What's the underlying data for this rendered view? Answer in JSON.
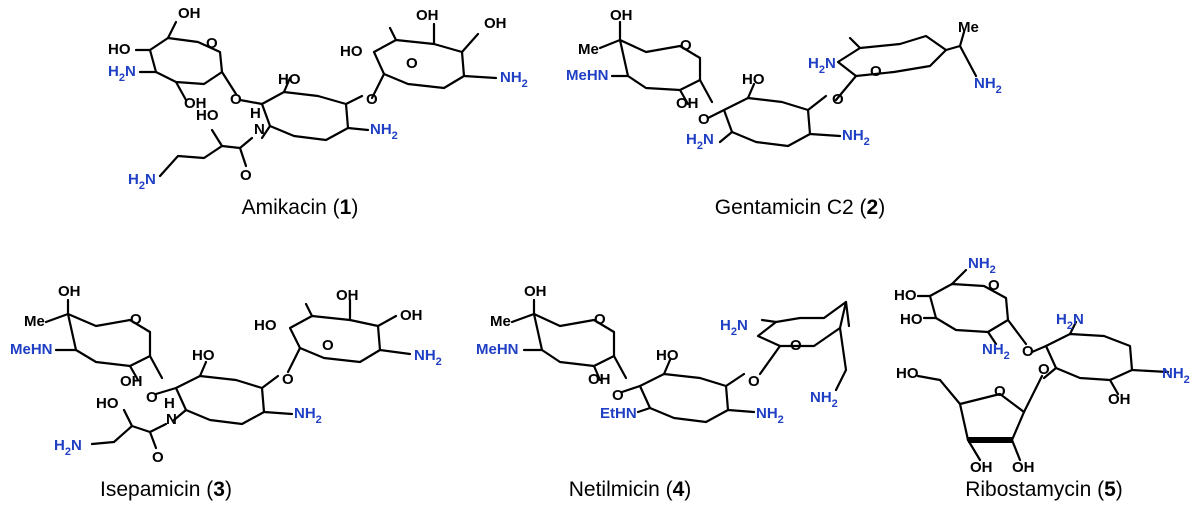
{
  "colors": {
    "amine": "#1f3fc4",
    "bond": "#000000",
    "background": "#ffffff"
  },
  "compounds": [
    {
      "name": "Amikacin",
      "number": "1"
    },
    {
      "name": "Gentamicin C2",
      "number": "2"
    },
    {
      "name": "Isepamicin",
      "number": "3"
    },
    {
      "name": "Netilmicin",
      "number": "4"
    },
    {
      "name": "Ribostamycin",
      "number": "5"
    }
  ],
  "labels": {
    "OH": "OH",
    "HO": "HO",
    "O": "O",
    "H2N": "H2N",
    "NH2": "NH2",
    "Me": "Me",
    "MeHN": "MeHN",
    "EtHN": "EtHN",
    "H": "H",
    "N": "N"
  }
}
